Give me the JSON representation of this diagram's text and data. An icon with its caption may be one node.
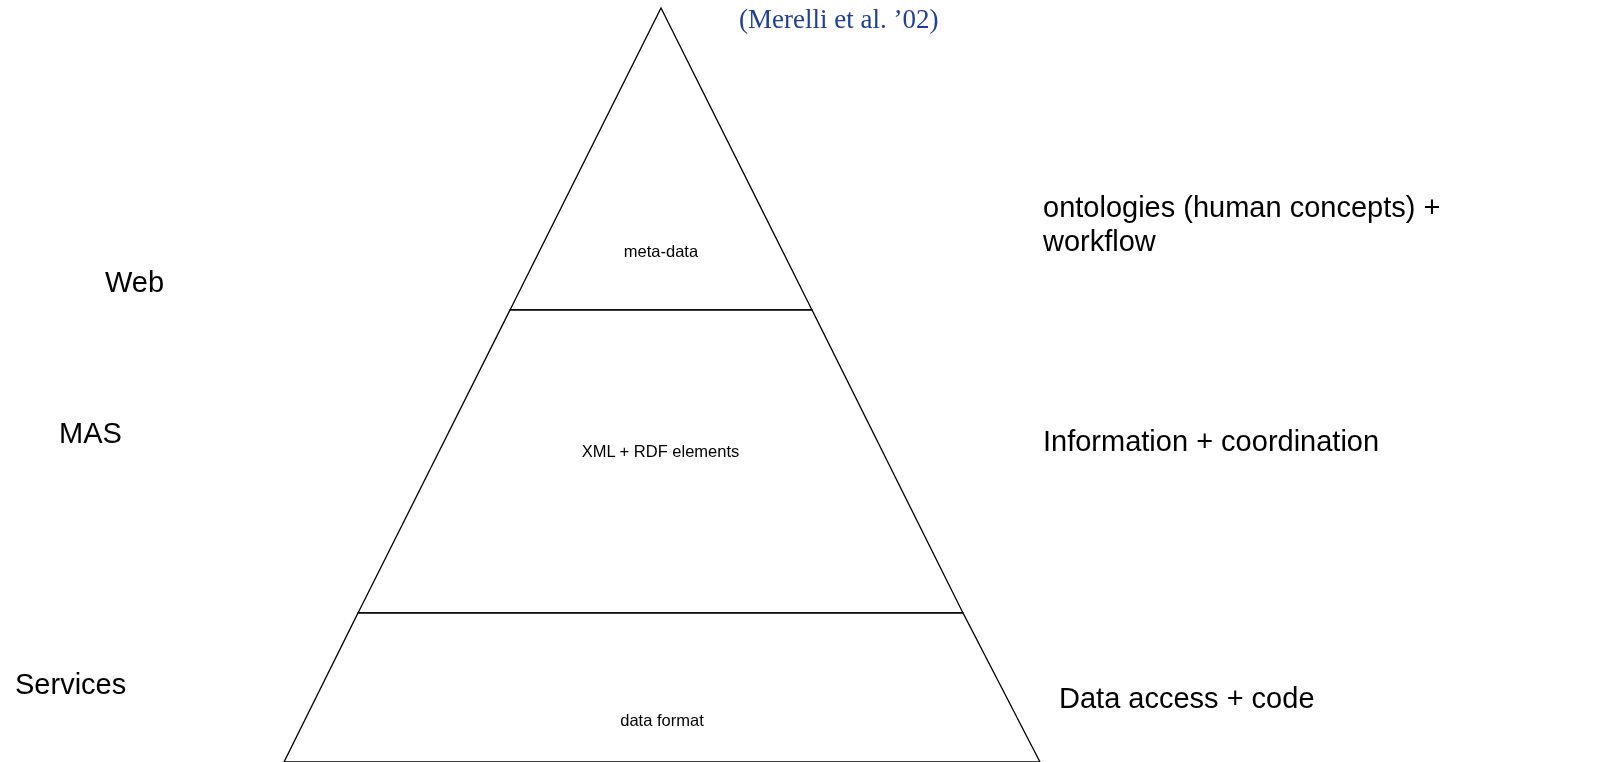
{
  "diagram": {
    "nodes": [
      {
        "text": [
          "meta-data"
        ]
      },
      {
        "text": [
          "XML + RDF elements"
        ]
      },
      {
        "text": [
          "data format"
        ]
      }
    ],
    "edges": [],
    "labels": [
      "(Merelli et al. ’02)",
      "ontologies (human concepts) + workflow",
      "Web",
      "MAS",
      "Information + coordination",
      "Services",
      "Data access + code"
    ]
  }
}
